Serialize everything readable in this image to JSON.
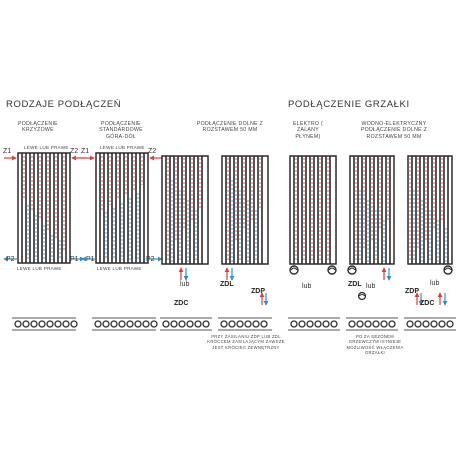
{
  "sections": {
    "connections_title": "RODZAJE PODŁĄCZEŃ",
    "heaters_title": "PODŁĄCZENIE GRZAŁKI"
  },
  "columns": {
    "crosswise": "PODŁĄCZENIE KRZYŻOWE",
    "standard": "PODŁĄCZENIE STANDARDOWE GÓRA-DÓŁ",
    "bottom": "PODŁĄCZENIE DOLNE Z ROZSTAWEM 50 MM",
    "electro": "ELEKTRO ( zalany płynem)",
    "water_electric": "WODNO-ELEKTRYCZNY PODŁĄCZENIE DOLNE Z ROZSTAWEM 50 MM"
  },
  "radiator_labels": {
    "lewe_lub_prawe_top": "LEWE LUB PRAWE",
    "lewe_lub_prawe_bottom_1": "LEWE LUB PRAWE",
    "lewe_lub_prawe_top_2": "LEWE LUB PRAWE",
    "lewe_lub_prawe_bottom_2": "LEWE LUB PRAWE",
    "z1": "Z1",
    "z2": "Z2",
    "p1": "P1",
    "p2": "P2",
    "z1_b": "Z1",
    "z2_b": "Z2",
    "p1_b": "P1",
    "p2_b": "P2"
  },
  "connector_labels": {
    "lub_1": "lub",
    "zdl_1": "ZDL",
    "zdp_1": "ZDP",
    "zdc_1": "ZDC",
    "lub_2": "lub",
    "lub_3": "lub",
    "zdl_2": "ZDL",
    "zdp_2": "ZDP",
    "zdc_2": "ZDC",
    "lub_4": "lub"
  },
  "notes": {
    "zasilanie": "PRZY ZASILANIU ZDP LUB ZDL KRÓCCEM ZASILAJĄCYM ZAWSZE JEST KRÓCIEC ZEWNĘTRZNY",
    "sezon": "PO ZA SEZONEM GRZEWCZYM ISTNIEJE MOŻLIWOŚĆ WŁĄCZENIA GRZAŁKI"
  },
  "colors": {
    "frame": "#2b2b2b",
    "hot": "#e23b3b",
    "cold": "#2a8fd6",
    "text": "#333333"
  }
}
